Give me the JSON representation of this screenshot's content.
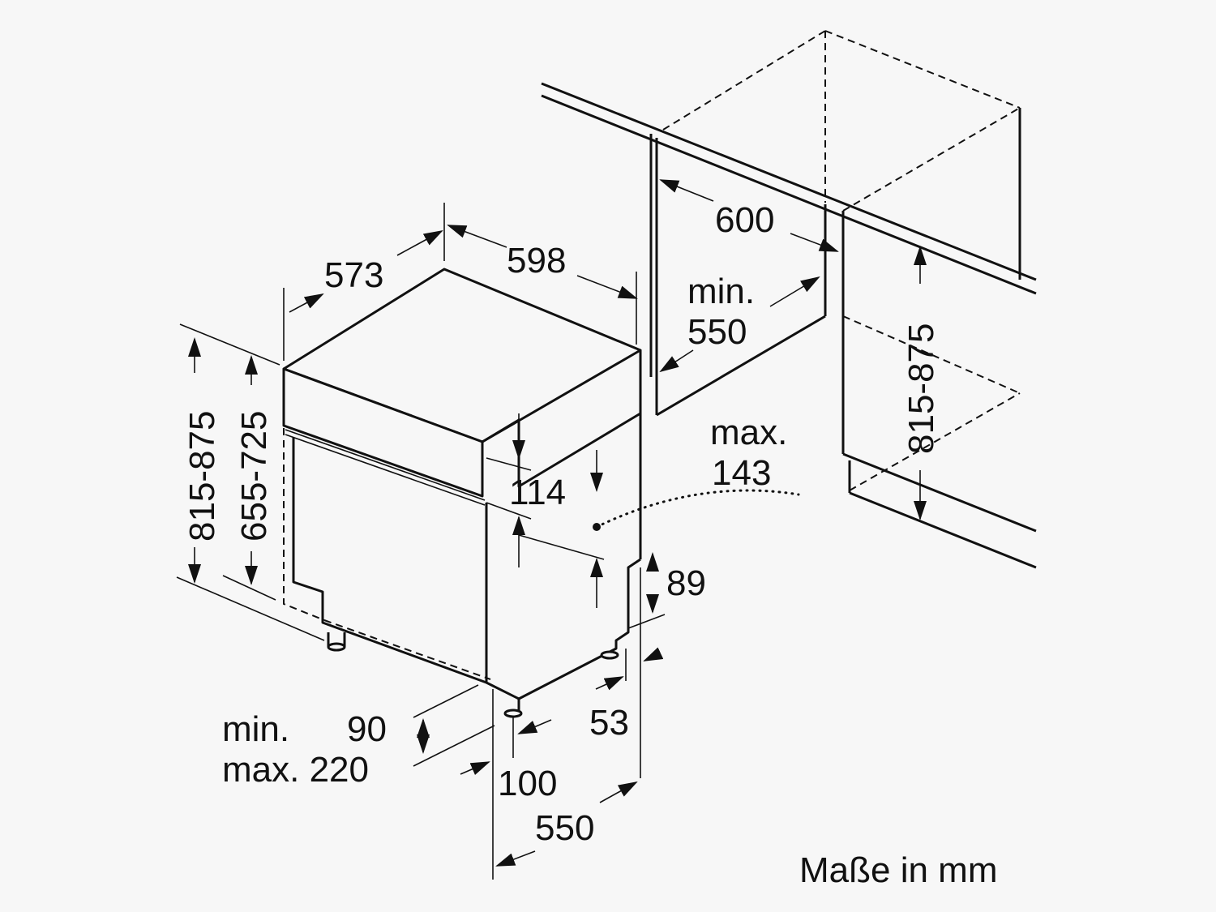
{
  "labels": {
    "depth_573": "573",
    "width_598": "598",
    "niche_width_600": "600",
    "niche_depth_min": "min.",
    "niche_depth_550": "550",
    "max_label": "max.",
    "max_143": "143",
    "height_left_815_875": "815-875",
    "height_655_725": "655-725",
    "panel_114": "114",
    "plinth_89": "89",
    "plinth_min": "min.",
    "plinth_90": "90",
    "plinth_max_220": "max. 220",
    "offset_53": "53",
    "offset_100": "100",
    "depth_550": "550",
    "height_right_815_875": "815-875",
    "units_note": "Maße in mm"
  }
}
